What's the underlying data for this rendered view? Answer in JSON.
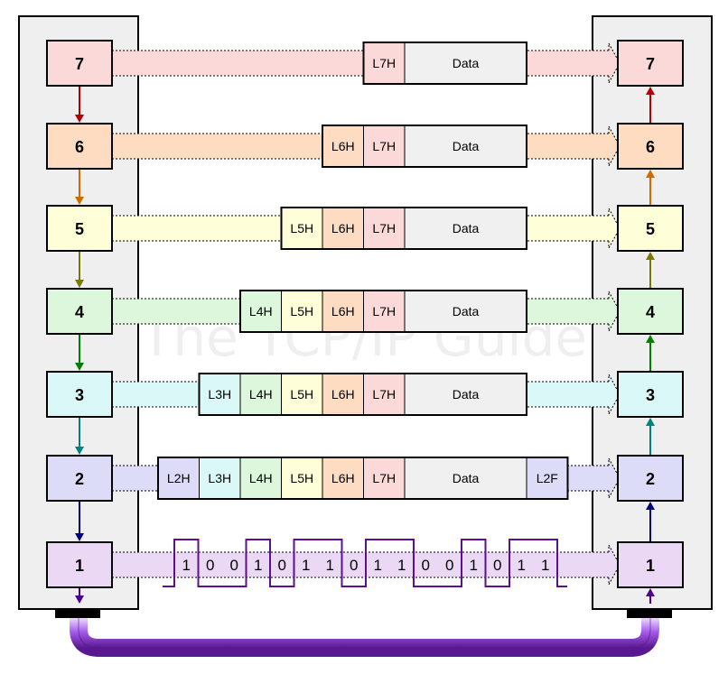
{
  "watermark": "The TCP/IP Guide",
  "layers": [
    {
      "label": "7",
      "fill": "#fbd9d9",
      "arrow": "#b00000",
      "headers": [
        "L7H"
      ],
      "payload": "Data"
    },
    {
      "label": "6",
      "fill": "#fddcc2",
      "arrow": "#d06a00",
      "headers": [
        "L6H",
        "L7H"
      ],
      "payload": "Data"
    },
    {
      "label": "5",
      "fill": "#fefed8",
      "arrow": "#7a7a00",
      "headers": [
        "L5H",
        "L6H",
        "L7H"
      ],
      "payload": "Data"
    },
    {
      "label": "4",
      "fill": "#dcf7dc",
      "arrow": "#008000",
      "headers": [
        "L4H",
        "L5H",
        "L6H",
        "L7H"
      ],
      "payload": "Data"
    },
    {
      "label": "3",
      "fill": "#dbf8f8",
      "arrow": "#008080",
      "headers": [
        "L3H",
        "L4H",
        "L5H",
        "L6H",
        "L7H"
      ],
      "payload": "Data"
    },
    {
      "label": "2",
      "fill": "#dcdcf8",
      "arrow": "#000080",
      "headers": [
        "L2H",
        "L3H",
        "L4H",
        "L5H",
        "L6H",
        "L7H"
      ],
      "payload": "Data",
      "footer": "L2F"
    },
    {
      "label": "1",
      "fill": "#ead8f4",
      "arrow": "#500090",
      "bits": [
        "1",
        "0",
        "0",
        "1",
        "0",
        "1",
        "1",
        "0",
        "1",
        "1",
        "0",
        "0",
        "1",
        "0",
        "1",
        "1"
      ]
    }
  ],
  "header_fills": {
    "L7H": "#fbd9d9",
    "L6H": "#fddcc2",
    "L5H": "#fefed8",
    "L4H": "#dcf7dc",
    "L3H": "#dbf8f8",
    "L2H": "#dcdcf8",
    "L2F": "#dcdcf8",
    "Data": "#f0f0f0"
  },
  "colors": {
    "stack_bg": "#efefef",
    "wave": "#5a1090",
    "cable": "#9a4ae0"
  }
}
